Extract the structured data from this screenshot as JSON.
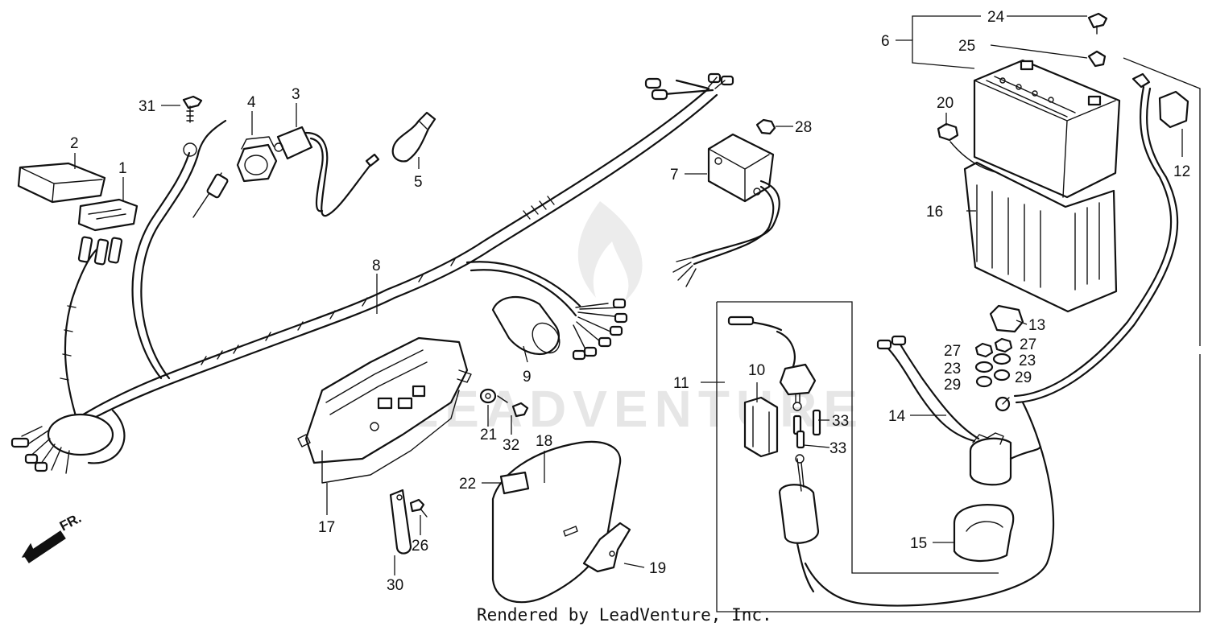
{
  "credit": "Rendered by LeadVenture, Inc.",
  "watermark": "LEADVENTURE",
  "direction_label": "FR.",
  "callouts": [
    {
      "id": "1",
      "text": "1"
    },
    {
      "id": "2",
      "text": "2"
    },
    {
      "id": "3",
      "text": "3"
    },
    {
      "id": "4",
      "text": "4"
    },
    {
      "id": "5",
      "text": "5"
    },
    {
      "id": "6",
      "text": "6"
    },
    {
      "id": "7",
      "text": "7"
    },
    {
      "id": "8",
      "text": "8"
    },
    {
      "id": "9",
      "text": "9"
    },
    {
      "id": "10",
      "text": "10"
    },
    {
      "id": "11",
      "text": "11"
    },
    {
      "id": "12",
      "text": "12"
    },
    {
      "id": "13",
      "text": "13"
    },
    {
      "id": "14",
      "text": "14"
    },
    {
      "id": "15",
      "text": "15"
    },
    {
      "id": "16",
      "text": "16"
    },
    {
      "id": "17",
      "text": "17"
    },
    {
      "id": "18",
      "text": "18"
    },
    {
      "id": "19",
      "text": "19"
    },
    {
      "id": "20",
      "text": "20"
    },
    {
      "id": "21",
      "text": "21"
    },
    {
      "id": "22",
      "text": "22"
    },
    {
      "id": "23a",
      "text": "23"
    },
    {
      "id": "23b",
      "text": "23"
    },
    {
      "id": "24",
      "text": "24"
    },
    {
      "id": "25",
      "text": "25"
    },
    {
      "id": "26",
      "text": "26"
    },
    {
      "id": "27a",
      "text": "27"
    },
    {
      "id": "27b",
      "text": "27"
    },
    {
      "id": "28",
      "text": "28"
    },
    {
      "id": "29a",
      "text": "29"
    },
    {
      "id": "29b",
      "text": "29"
    },
    {
      "id": "30",
      "text": "30"
    },
    {
      "id": "31",
      "text": "31"
    },
    {
      "id": "32",
      "text": "32"
    },
    {
      "id": "33a",
      "text": "33"
    },
    {
      "id": "33b",
      "text": "33"
    }
  ],
  "colors": {
    "line": "#111111",
    "background": "#ffffff",
    "watermark": "#e6e6e6"
  }
}
